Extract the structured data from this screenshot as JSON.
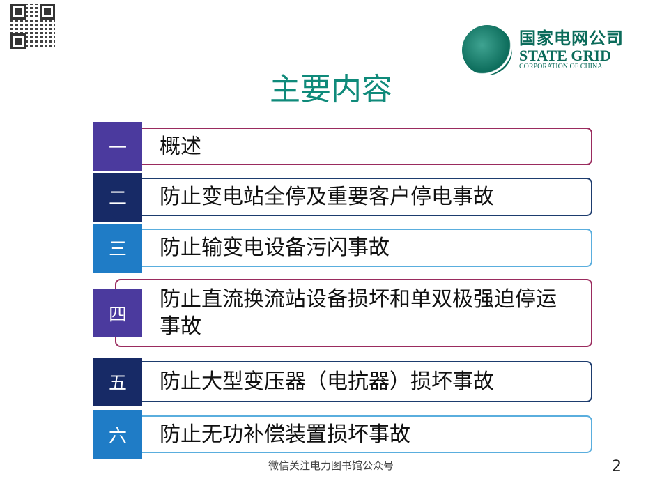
{
  "logo": {
    "cn": "国家电网公司",
    "en": "STATE GRID",
    "sub": "CORPORATION OF CHINA"
  },
  "title": "主要内容",
  "items": [
    {
      "num": "一",
      "label": "概述",
      "color": "#4b3a9e",
      "border": "#9a2b5e"
    },
    {
      "num": "二",
      "label": "防止变电站全停及重要客户停电事故",
      "color": "#172a66",
      "border": "#1d3c6e"
    },
    {
      "num": "三",
      "label": "防止输变电设备污闪事故",
      "color": "#1f7cc6",
      "border": "#5aaede"
    },
    {
      "num": "四",
      "label": "防止直流换流站设备损坏和单双极强迫停运事故",
      "color": "#4b3a9e",
      "border": "#9a2b5e"
    },
    {
      "num": "五",
      "label": "防止大型变压器（电抗器）损坏事故",
      "color": "#172a66",
      "border": "#1d3c6e"
    },
    {
      "num": "六",
      "label": "防止无功补偿装置损坏事故",
      "color": "#1f7cc6",
      "border": "#5aaede"
    }
  ],
  "footer": "微信关注电力图书馆公众号",
  "page_number": "2"
}
